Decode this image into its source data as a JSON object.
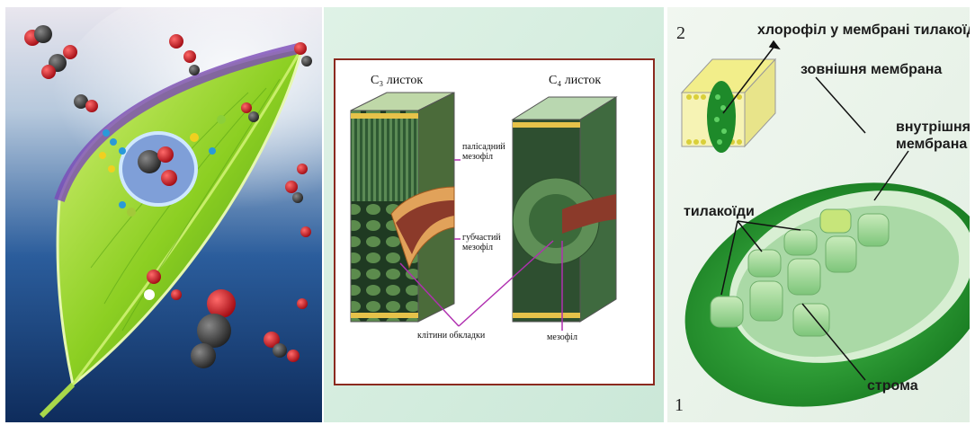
{
  "panel2": {
    "c3_title": "C₃ листок",
    "c4_title": "C₄ листок",
    "label_palisade_1": "палісадний",
    "label_palisade_2": "мезофіл",
    "label_spongy_1": "губчастий",
    "label_spongy_2": "мезофіл",
    "label_bundle_sheath": "клітини обкладки",
    "label_mesophyll": "мезофіл"
  },
  "panel3": {
    "number_top": "2",
    "number_bottom": "1",
    "label_chlorophyll": "хлорофіл у мембрані тилакоїду",
    "label_outer_1": "зовнішня мембрана",
    "label_inner_1": "внутрішня",
    "label_inner_2": "мембрана",
    "label_thylakoids": "тилакоїди",
    "label_stroma": "строма"
  },
  "colors": {
    "leaf_green": "#7cc21a",
    "sky_blue": "#1f4f8f",
    "frame_red": "#8b2a1f",
    "pointer_purple": "#b030b0",
    "chloroplast_green": "#2fa83a"
  }
}
